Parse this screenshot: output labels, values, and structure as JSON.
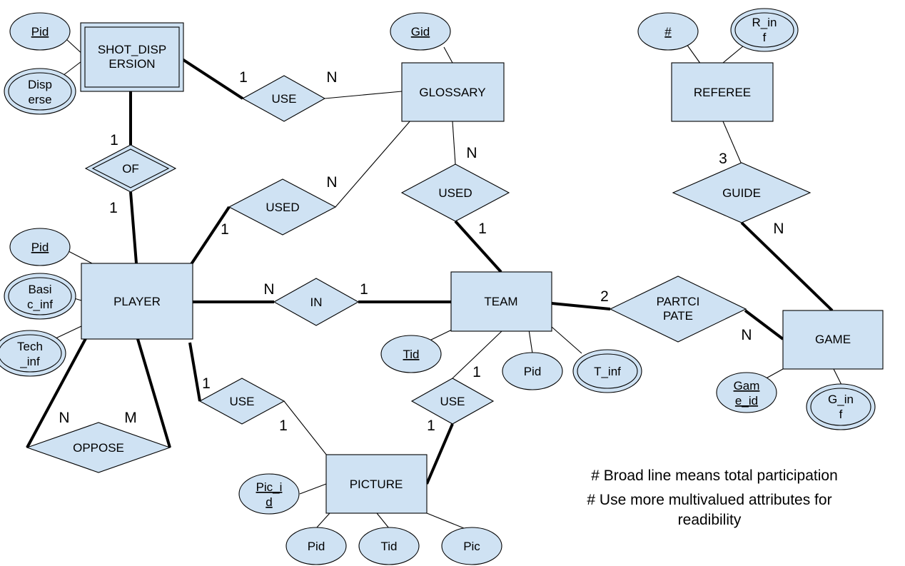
{
  "entities": {
    "shot_dispersion": [
      "SHOT_DISP",
      "ERSION"
    ],
    "glossary": "GLOSSARY",
    "referee": "REFEREE",
    "player": "PLAYER",
    "team": "TEAM",
    "game": "GAME",
    "picture": "PICTURE"
  },
  "relationships": {
    "use_shot_glossary": "USE",
    "of": "OF",
    "used_player_glossary": "USED",
    "used_glossary_team": "USED",
    "guide": "GUIDE",
    "in": "IN",
    "partcipate": [
      "PARTCI",
      "PATE"
    ],
    "use_player_picture": "USE",
    "use_team_picture": "USE",
    "oppose": "OPPOSE"
  },
  "attributes": {
    "shot_pid": "Pid",
    "shot_disperse": [
      "Disp",
      "erse"
    ],
    "gid": "Gid",
    "referee_id": "#",
    "referee_inf": [
      "R_in",
      "f"
    ],
    "player_pid": "Pid",
    "basic_inf": [
      "Basi",
      "c_inf"
    ],
    "tech_inf": [
      "Tech",
      "_inf"
    ],
    "team_tid": "Tid",
    "team_pid": "Pid",
    "t_inf": "T_inf",
    "game_id": [
      "Gam",
      "e_id"
    ],
    "g_inf": [
      "G_in",
      "f"
    ],
    "pic_id": [
      "Pic_i",
      "d"
    ],
    "picture_pid": "Pid",
    "picture_tid": "Tid",
    "pic": "Pic"
  },
  "cardinalities": {
    "shot_use": "1",
    "glossary_use": "N",
    "shot_of": "1",
    "player_of": "1",
    "glossary_used": "N",
    "player_used": "1",
    "glossary_used2": "N",
    "team_used": "1",
    "referee_guide": "3",
    "game_guide": "N",
    "player_in": "N",
    "team_in": "1",
    "team_partcipate": "2",
    "game_partcipate": "N",
    "player_use": "1",
    "picture_use": "1",
    "team_use": "1",
    "picture_use2": "1",
    "oppose_n": "N",
    "oppose_m": "M"
  },
  "notes": [
    "# Broad line means  total participation",
    "# Use more multivalued attributes for",
    "readibility"
  ],
  "colors": {
    "fill": "#cfe2f3",
    "stroke": "#000000",
    "background": "#ffffff"
  }
}
